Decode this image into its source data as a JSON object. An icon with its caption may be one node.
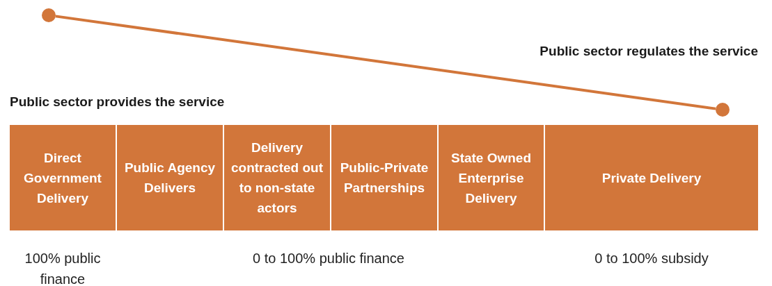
{
  "diagram": {
    "nodes": [
      {
        "text": [],
        "shape": "circle"
      },
      {
        "text": [],
        "shape": "circle"
      },
      {
        "text": [
          "Direct Government Delivery"
        ]
      },
      {
        "text": [
          "Public Agency Delivers"
        ]
      },
      {
        "text": [
          "Delivery contracted out to non-state actors"
        ]
      },
      {
        "text": [
          "Public-Private Partnerships"
        ]
      },
      {
        "text": [
          "State Owned Enterprise Delivery"
        ]
      },
      {
        "text": [
          "Private Delivery"
        ]
      }
    ],
    "edges": [
      {
        "from": 0,
        "to": 1,
        "arrow": "none"
      }
    ],
    "labels": [
      "Public sector regulates the service",
      "Public sector provides the service",
      "100% public finance",
      "0 to 100% public finance",
      "0 to 100% subsidy"
    ]
  }
}
